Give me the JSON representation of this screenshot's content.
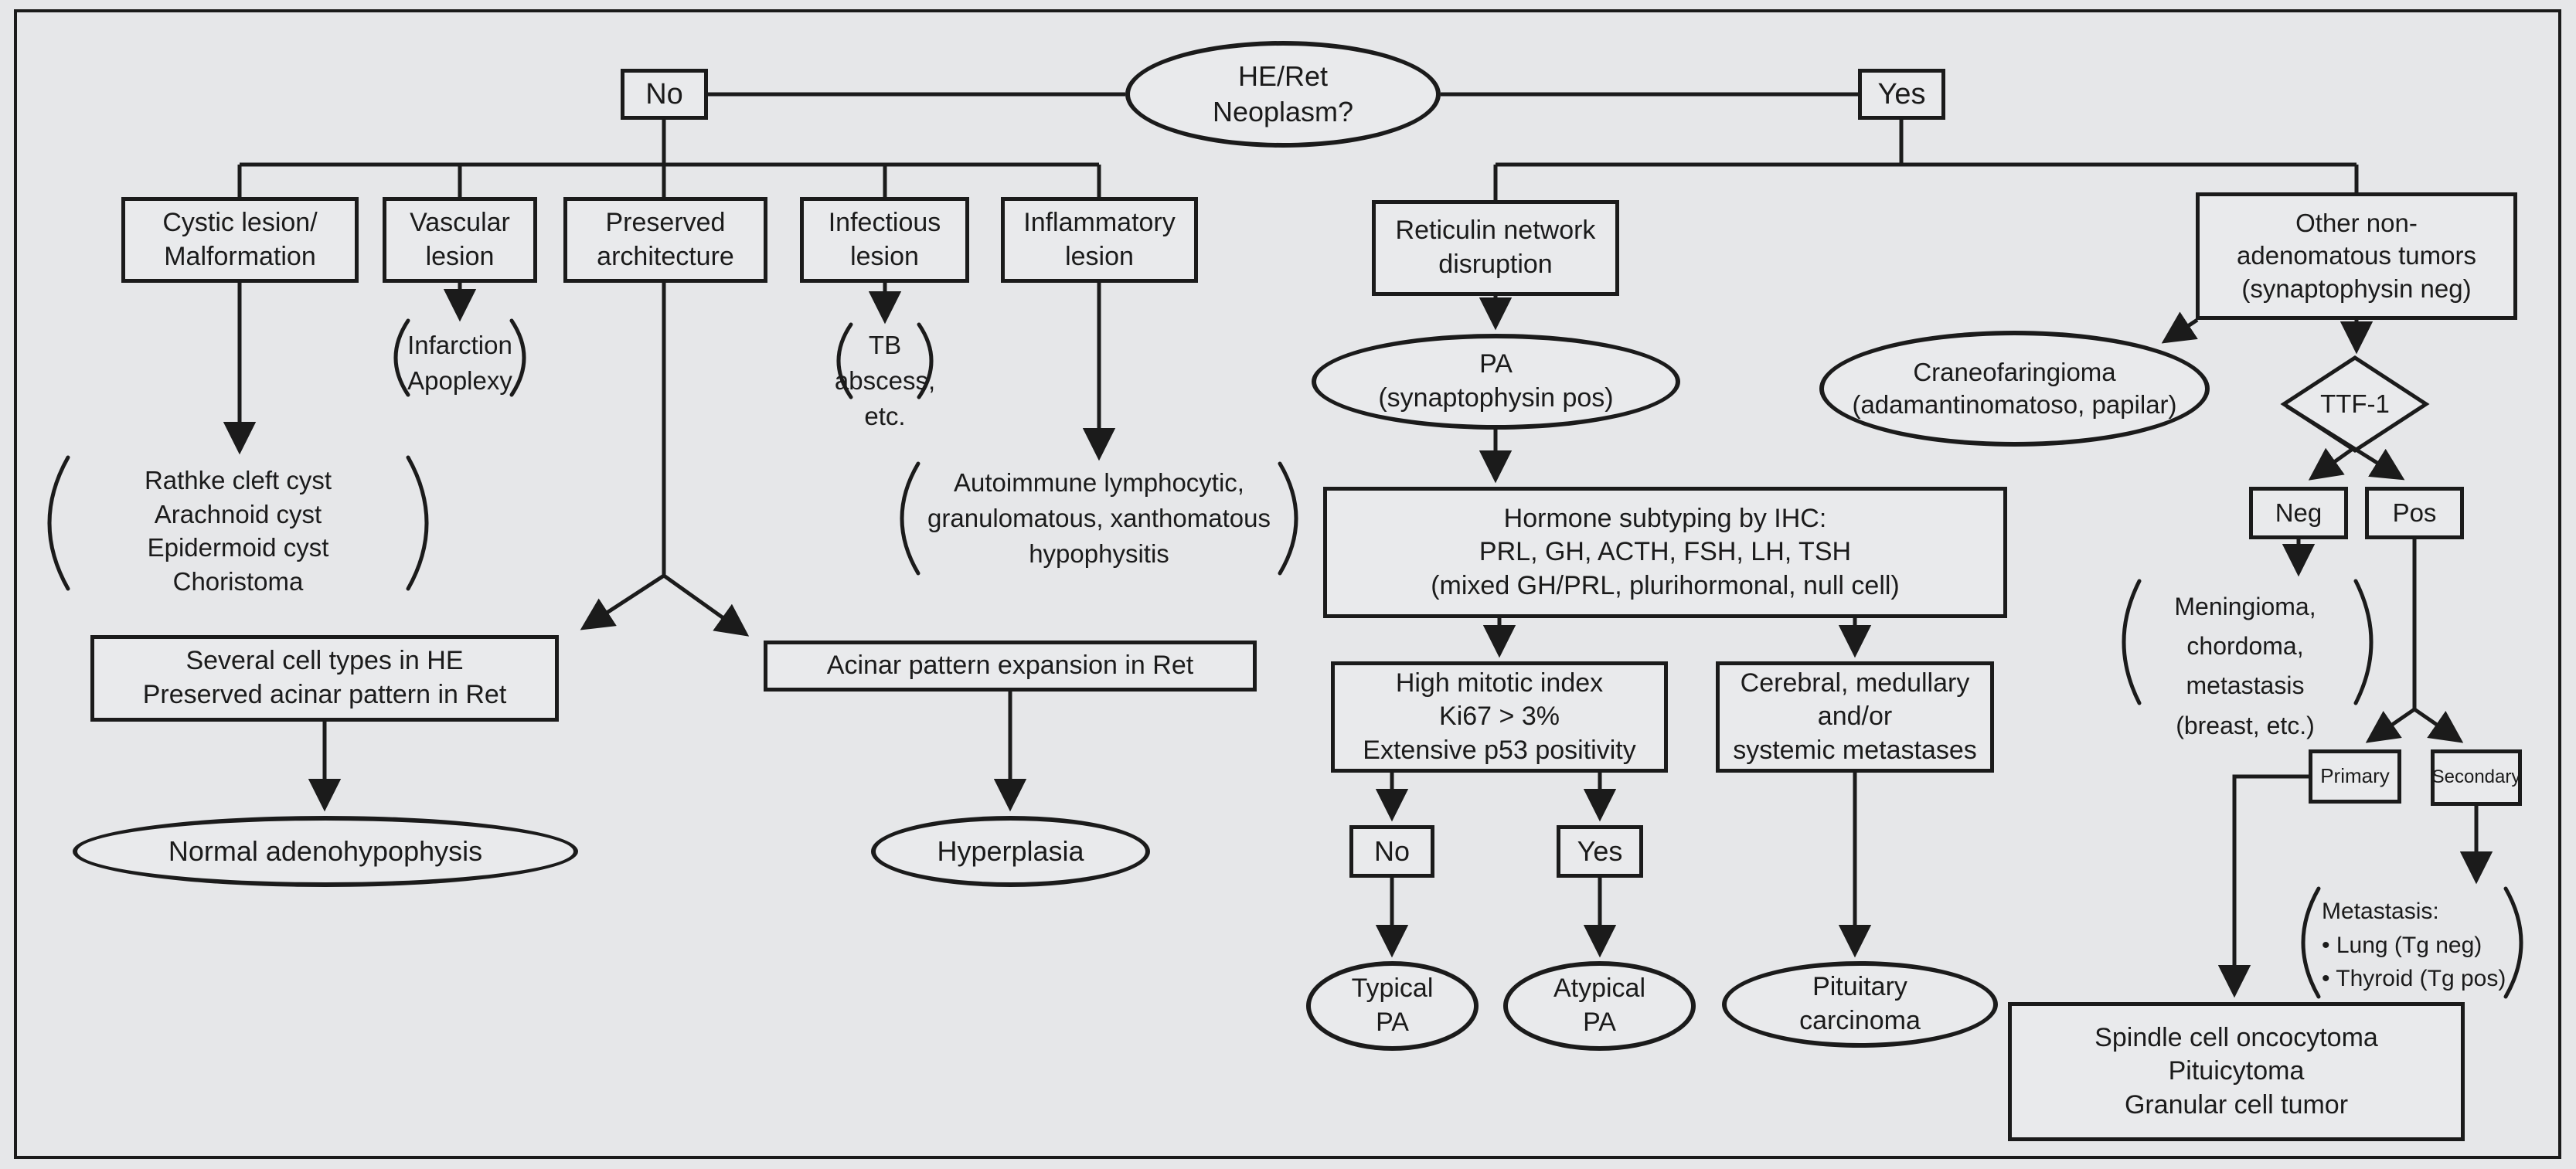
{
  "palette": {
    "bg": "#e6e7e9",
    "ink": "#1b1b1b",
    "fill": "#e9eaec"
  },
  "nodes": {
    "question": "HE/Ret\nNeoplasm?",
    "no_label": "No",
    "yes_label": "Yes",
    "cystic": "Cystic lesion/\nMalformation",
    "vascular": "Vascular\nlesion",
    "preserved": "Preserved\narchitecture",
    "infectious": "Infectious\nlesion",
    "inflammatory": "Inflammatory\nlesion",
    "infarction_note": "Infarction\nApoplexy",
    "tb_note": "TB\nabscess,\netc.",
    "rathke_note": "Rathke cleft cyst\nArachnoid cyst\nEpidermoid cyst\nChoristoma",
    "autoimmune_note": "Autoimmune lymphocytic,\ngranulomatous, xanthomatous\nhypophysitis",
    "several": "Several cell types in HE\nPreserved acinar pattern in Ret",
    "acinar": "Acinar pattern expansion in Ret",
    "normal": "Normal adenohypophysis",
    "hyperplasia": "Hyperplasia",
    "reticulin": "Reticulin network\ndisruption",
    "pa": "PA\n(synaptophysin pos)",
    "hormone": "Hormone subtyping by IHC:\nPRL, GH, ACTH, FSH, LH, TSH\n(mixed GH/PRL, plurihormonal, null cell)",
    "mitotic": "High mitotic index\nKi67 > 3%\nExtensive p53 positivity",
    "cerebral": "Cerebral, medullary\nand/or\nsystemic metastases",
    "mitotic_no": "No",
    "mitotic_yes": "Yes",
    "typical": "Typical\nPA",
    "atypical": "Atypical\nPA",
    "carcinoma": "Pituitary\ncarcinoma",
    "other": "Other non-\nadenomatous tumors\n(synaptophysin neg)",
    "craneo": "Craneofaringioma\n(adamantinomatoso, papilar)",
    "ttf": "TTF-1",
    "neg": "Neg",
    "pos": "Pos",
    "meningioma_note": "Meningioma,\nchordoma,\nmetastasis\n(breast, etc.)",
    "primary": "Primary",
    "secondary": "Secondary",
    "metastasis_note": "Metastasis:\n• Lung (Tg neg)\n• Thyroid (Tg pos)",
    "spindle": "Spindle cell oncocytoma\nPituicytoma\nGranular cell tumor"
  }
}
